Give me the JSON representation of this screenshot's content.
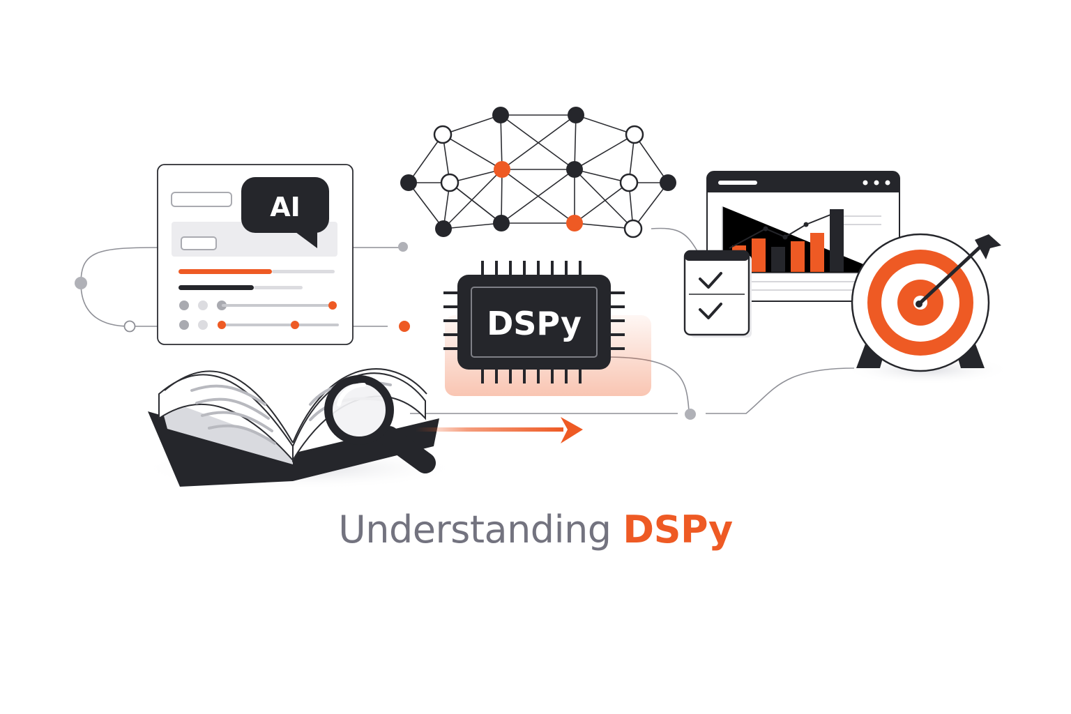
{
  "ai_bubble": {
    "label": "AI"
  },
  "chip": {
    "label": "DSPy"
  },
  "title": {
    "part1": "Understanding",
    "part2": "DSPy"
  },
  "colors": {
    "accent": "#ee5a24",
    "dark": "#25262b",
    "grey": "#a9aab0",
    "title_grey": "#73737f"
  },
  "icons": [
    "ai-chat-bubble-icon",
    "neural-network-icon",
    "chip-icon",
    "open-book-icon",
    "magnifier-icon",
    "checklist-icon",
    "bar-chart-icon",
    "target-icon",
    "arrow-right-icon"
  ]
}
